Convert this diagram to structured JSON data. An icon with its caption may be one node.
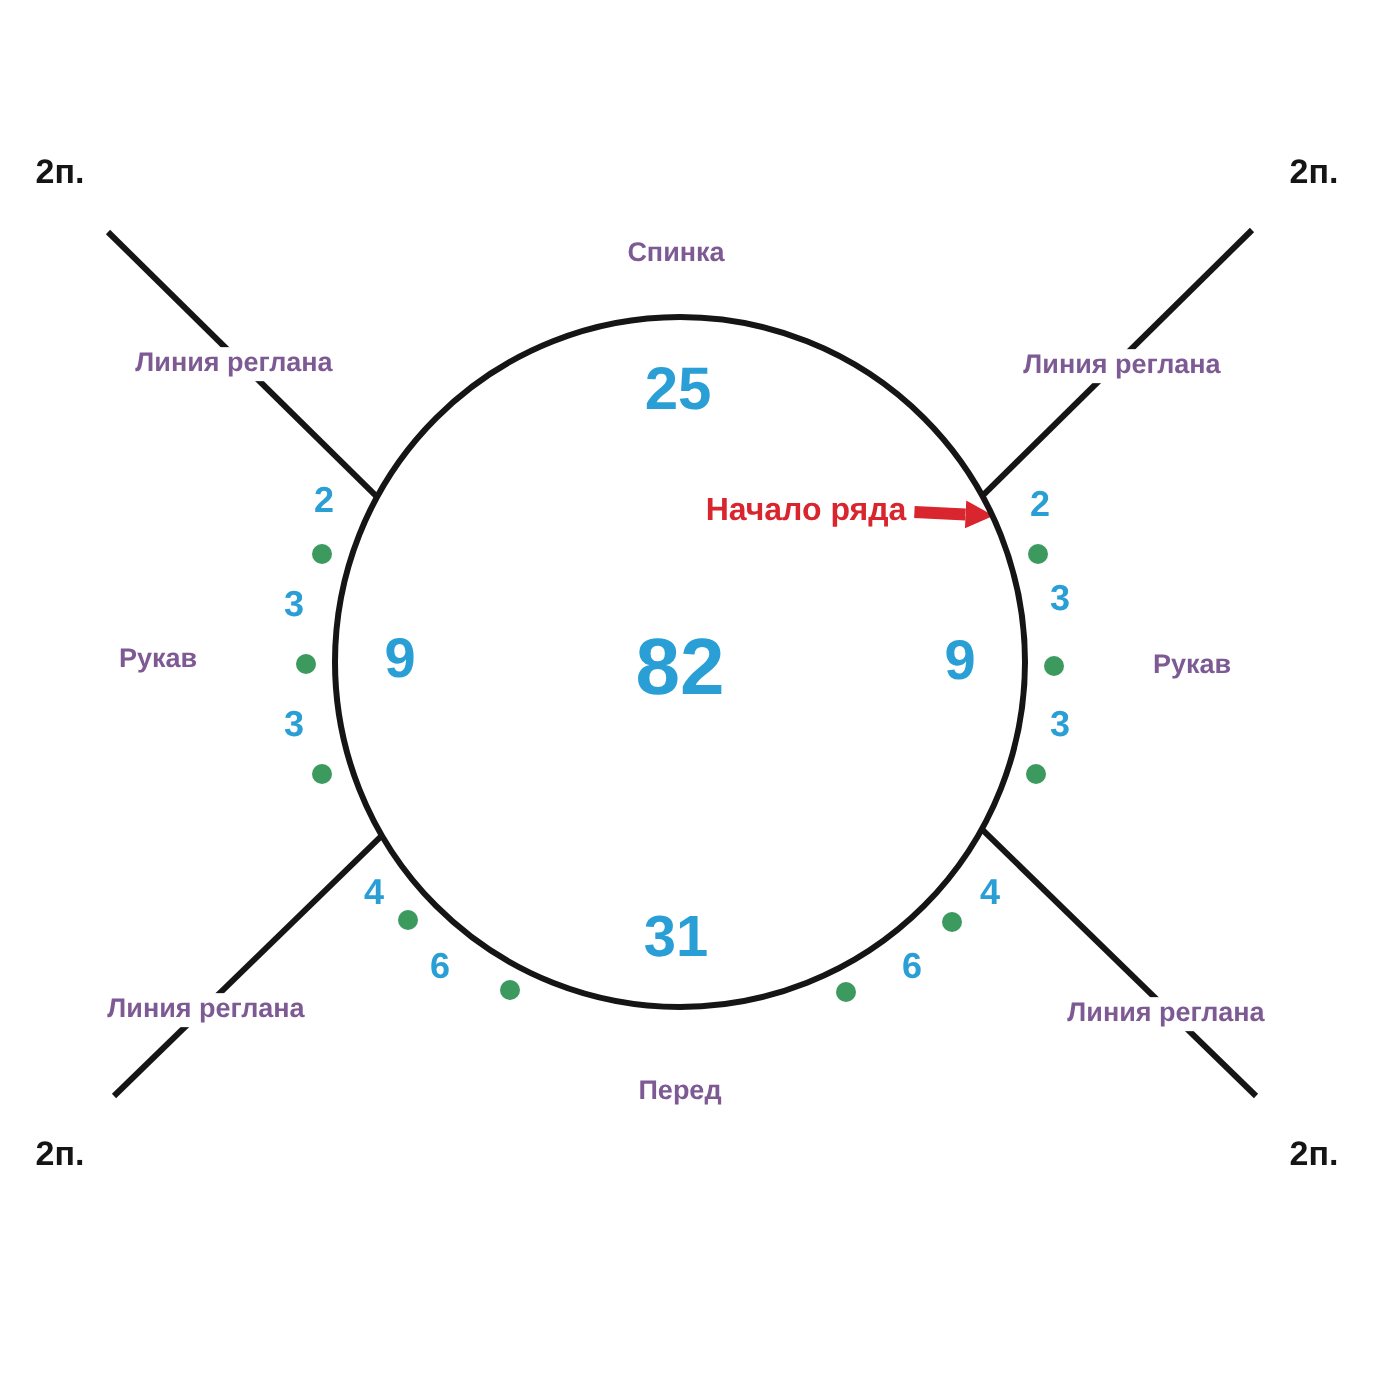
{
  "diagram": {
    "nodes": [
      {
        "text": [
          "25",
          "9",
          "82",
          "9",
          "31"
        ]
      },
      {
        "text": [
          "Начало ряда"
        ],
        "in": 0
      }
    ],
    "edges": [
      {
        "from": 0,
        "to": null,
        "arrow": "none",
        "label": "Линия реглана"
      },
      {
        "from": 0,
        "to": null,
        "arrow": "none",
        "label": "Линия реглана"
      },
      {
        "from": 1,
        "to": 0,
        "arrow": "to",
        "style": "thick",
        "color": "#d9262e"
      },
      {
        "from": 0,
        "to": null,
        "arrow": "none",
        "label": "Линия реглана"
      },
      {
        "from": 0,
        "to": null,
        "arrow": "none",
        "label": "Линия реглана"
      }
    ],
    "labels": [
      "2п.",
      "2п.",
      "Спинка",
      "2",
      "2",
      "3",
      "3",
      "Рукав",
      "Рукав",
      "3",
      "3",
      "4",
      "4",
      "6",
      "6",
      "Перед",
      "2п.",
      "2п."
    ]
  }
}
